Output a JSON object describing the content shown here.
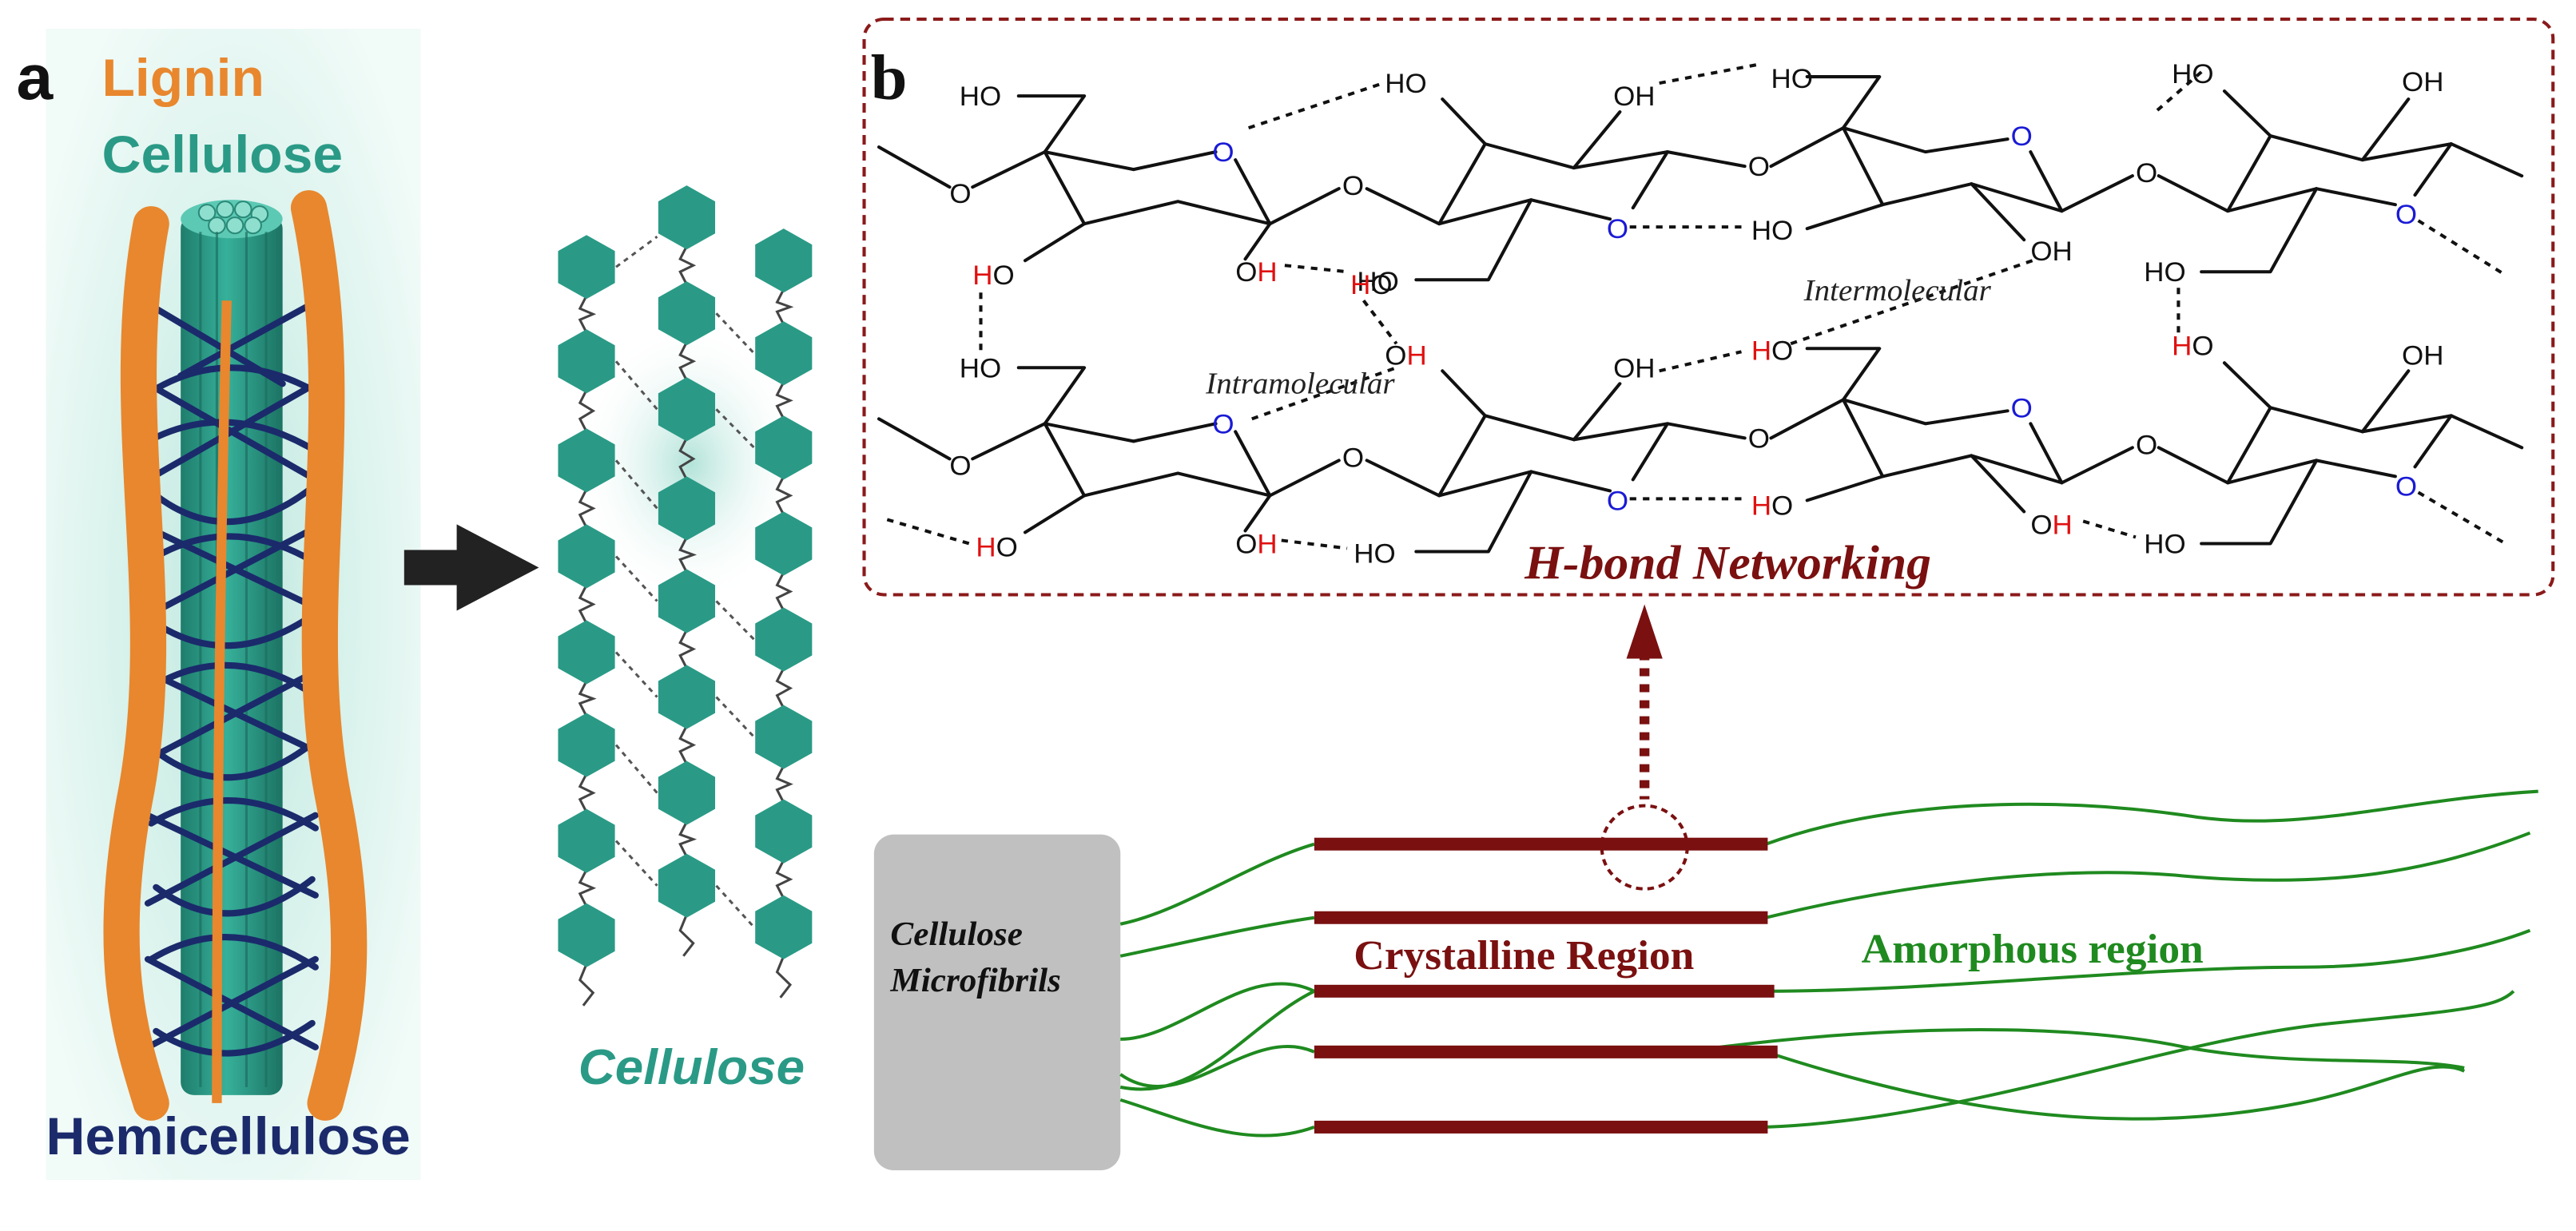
{
  "panel_a": {
    "letter": "a",
    "label_lignin": "Lignin",
    "label_cellulose": "Cellulose",
    "label_hemicellulose": "Hemicellulose",
    "label_cellulose_chain": "Cellulose"
  },
  "panel_b": {
    "letter": "b",
    "title": "H-bond Networking",
    "label_intramolecular": "Intramolecular",
    "label_intermolecular": "Intermolecular",
    "atom_oh": "OH",
    "atom_ho": "HO",
    "atom_o": "O",
    "atom_h": "H"
  },
  "microfibril": {
    "box_label_line1": "Cellulose",
    "box_label_line2": "Microfibrils",
    "crystalline_label": "Crystalline Region",
    "amorphous_label": "Amorphous region"
  },
  "colors": {
    "lignin": "#e8872e",
    "cellulose": "#2a9a86",
    "hemicellulose": "#1b2a6b",
    "crystalline": "#7a1010",
    "amorphous": "#1f8a1f",
    "ether_oxygen": "#1a1ad6",
    "hbond_hydrogen": "#e01010"
  }
}
